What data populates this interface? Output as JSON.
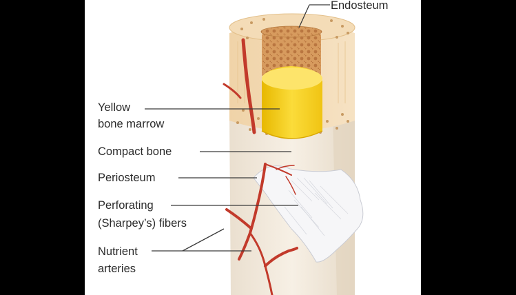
{
  "labels": {
    "endosteum": "Endosteum",
    "yellow_marrow_line1": "Yellow",
    "yellow_marrow_line2": "bone marrow",
    "compact_bone": "Compact bone",
    "periosteum": "Periosteum",
    "perforating_line1": "Perforating",
    "perforating_line2": "(Sharpey’s) fibers",
    "nutrient_line1": "Nutrient",
    "nutrient_line2": "arteries"
  },
  "colors": {
    "background": "#000000",
    "panel": "#ffffff",
    "bone_shaft": "#f1e9dc",
    "compact_bone": "#f3d9b3",
    "spongy_bone": "#d79b5e",
    "yellow_marrow": "#f7d21e",
    "artery": "#c23a2b",
    "leader_line": "#3a3a3a"
  }
}
